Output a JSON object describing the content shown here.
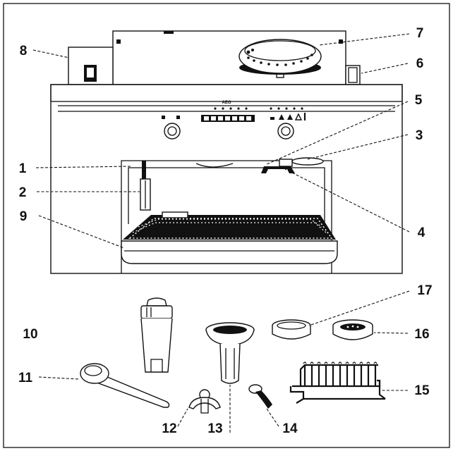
{
  "callouts": [
    "1",
    "2",
    "3",
    "4",
    "5",
    "6",
    "7",
    "8",
    "9",
    "10",
    "11",
    "12",
    "13",
    "14",
    "15",
    "16",
    "17"
  ],
  "brand": "AEG"
}
